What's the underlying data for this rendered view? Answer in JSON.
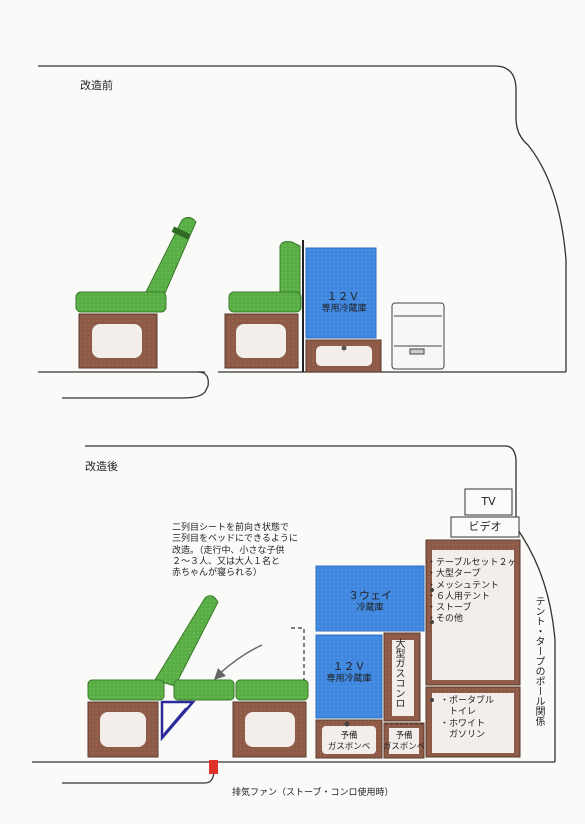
{
  "before": {
    "title": "改造前",
    "fridge": {
      "line1": "１２Ｖ",
      "line2": "専用冷蔵庫"
    }
  },
  "after": {
    "title": "改造後",
    "note": [
      "二列目シートを前向き状態で",
      "三列目をベッドにできるように",
      "改造。（走行中、小さな子供",
      "２～３人、又は大人１名と",
      "赤ちゃんが寝られる）"
    ],
    "tv": "TV",
    "video": "ビデオ",
    "three_way_fridge": {
      "line1": "３ウェイ",
      "line2": "冷蔵庫"
    },
    "fridge_12v": {
      "line1": "１２Ｖ",
      "line2": "専用冷蔵庫"
    },
    "big_stove": "大型ガスコンロ",
    "spare_gas_left": {
      "line1": "予備",
      "line2": "ガスボンベ"
    },
    "spare_gas_right": {
      "line1": "予備",
      "line2": "ガスボンベ"
    },
    "storage_items": [
      "・テーブルセット２ヶ",
      "・大型タープ",
      "・メッシュテント",
      "・６人用テント",
      "・ストーブ",
      "・その他"
    ],
    "lower_items": [
      "・ポータブル",
      "　トイレ",
      "・ホワイト",
      "　ガソリン"
    ],
    "pole_label": "テント・タープのポール関係",
    "fan_caption": "排気ファン（ストーブ・コンロ使用時）"
  },
  "colors": {
    "seat_green": "#5fb24a",
    "base_brown": "#8a5a4a",
    "fridge_blue": "#4a90e2",
    "cabinet_brown": "#8b5a48",
    "bracket_navy": "#2a2a9a",
    "fan_red": "#e0302a"
  }
}
